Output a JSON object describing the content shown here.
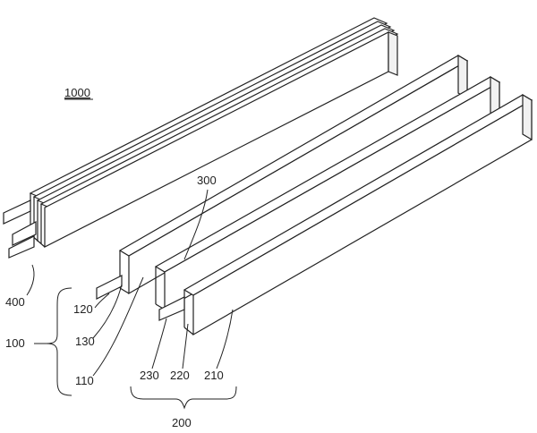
{
  "figure": {
    "assembly_label": "1000",
    "labels": {
      "l400": "400",
      "l300": "300",
      "l120": "120",
      "l130": "130",
      "l100": "100",
      "l110": "110",
      "l230": "230",
      "l220": "220",
      "l210": "210",
      "l200": "200"
    }
  }
}
